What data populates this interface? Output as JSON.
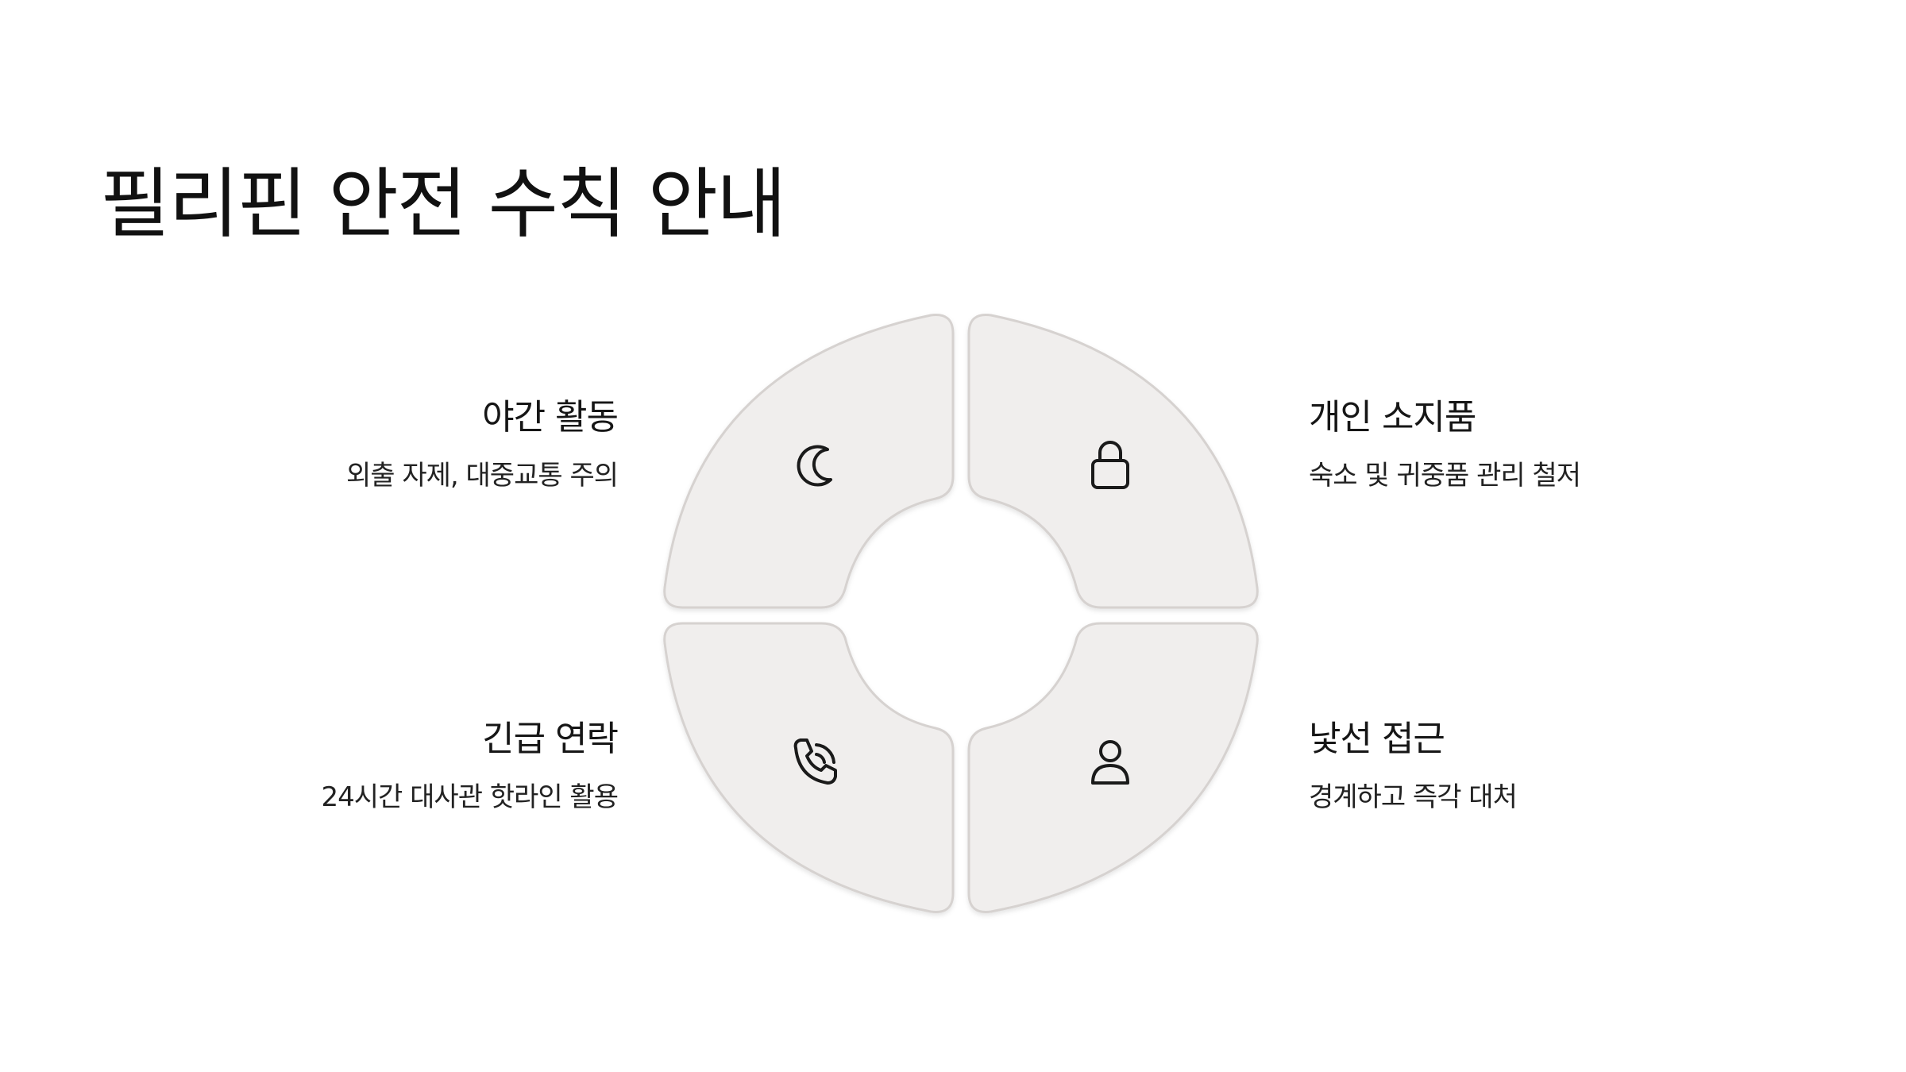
{
  "page": {
    "title": "필리핀 안전 수칙 안내"
  },
  "colors": {
    "segment_fill": "#f0eeed",
    "segment_stroke": "#d6d2d0",
    "icon_stroke": "#1a1a1a",
    "text": "#111111"
  },
  "segments": [
    {
      "id": "night",
      "title": "야간 활동",
      "description": "외출 자제, 대중교통 주의",
      "icon": "moon-icon"
    },
    {
      "id": "belongings",
      "title": "개인 소지품",
      "description": "숙소 및 귀중품 관리 철저",
      "icon": "lock-icon"
    },
    {
      "id": "emergency",
      "title": "긴급 연락",
      "description": "24시간 대사관 핫라인 활용",
      "icon": "phone-icon"
    },
    {
      "id": "stranger",
      "title": "낯선 접근",
      "description": "경계하고 즉각 대처",
      "icon": "user-icon"
    }
  ]
}
